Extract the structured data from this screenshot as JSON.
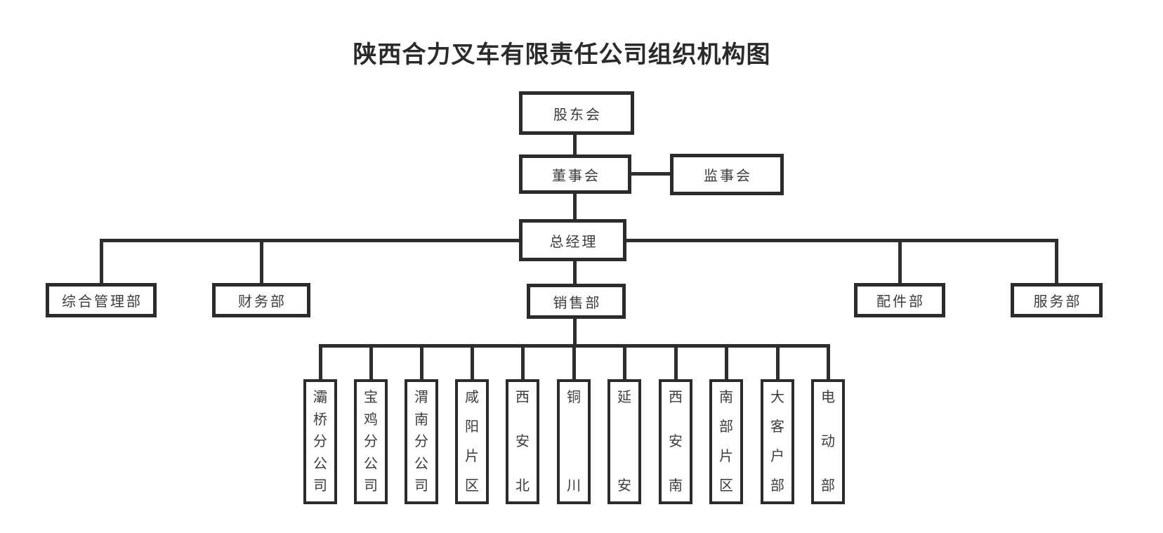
{
  "title": "陕西合力叉车有限责任公司组织机构图",
  "org": {
    "shareholders": "股东会",
    "board": "董事会",
    "supervisory": "监事会",
    "general_manager": "总经理",
    "departments": [
      {
        "label": "综合管理部"
      },
      {
        "label": "财务部"
      },
      {
        "label": "销售部"
      },
      {
        "label": "配件部"
      },
      {
        "label": "服务部"
      }
    ],
    "sales_branches": [
      {
        "label": "灞桥分公司"
      },
      {
        "label": "宝鸡分公司"
      },
      {
        "label": "渭南分公司"
      },
      {
        "label": "咸阳片区"
      },
      {
        "label": "西安北"
      },
      {
        "label": "铜川"
      },
      {
        "label": "延安"
      },
      {
        "label": "西安南"
      },
      {
        "label": "南部片区"
      },
      {
        "label": "大客户部"
      },
      {
        "label": "电动部"
      }
    ]
  }
}
